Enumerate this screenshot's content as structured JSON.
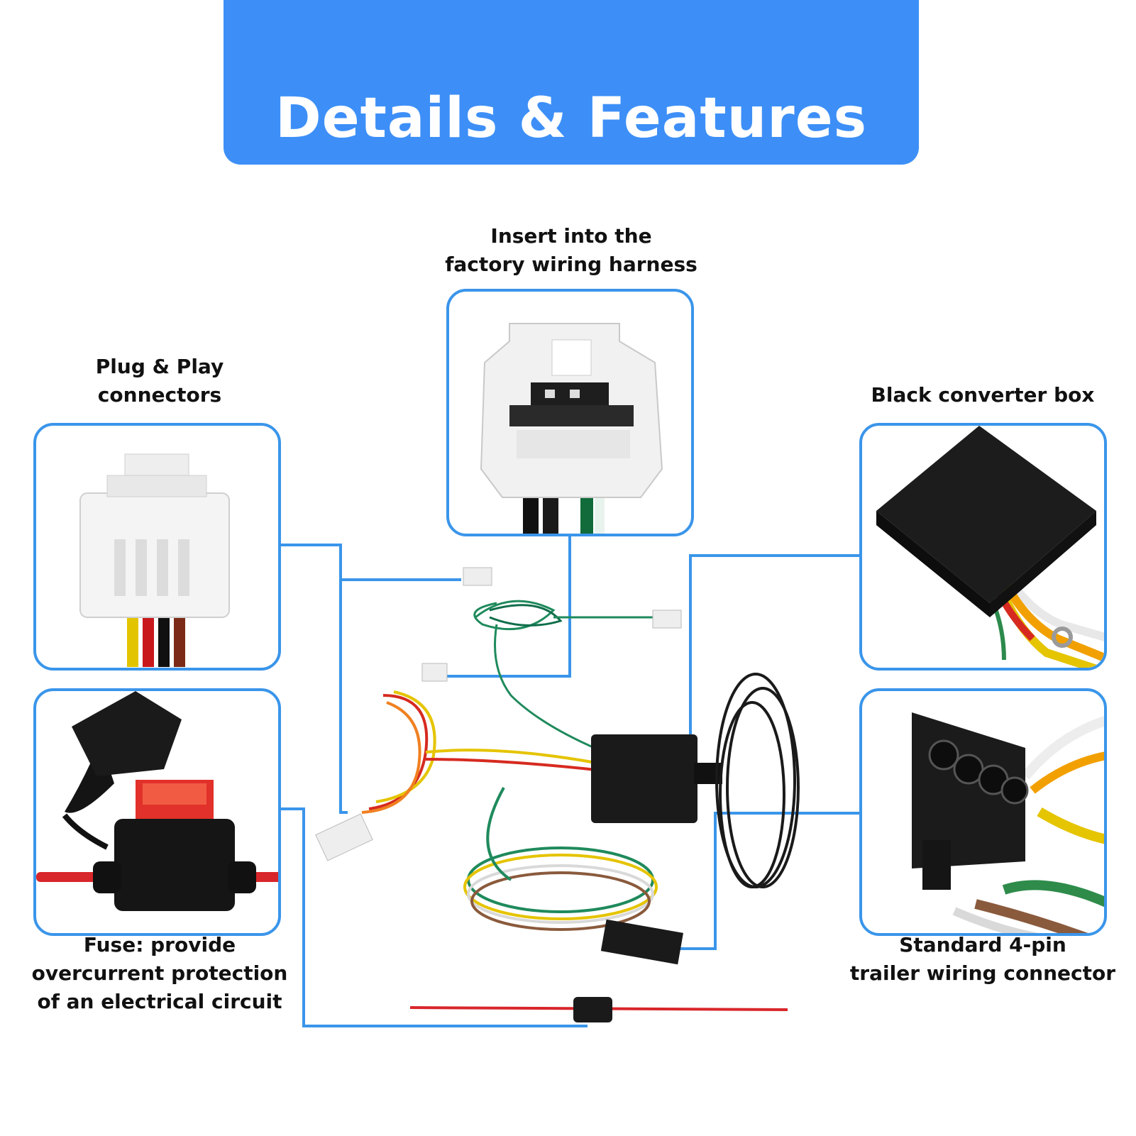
{
  "header": {
    "title": "Details & Features"
  },
  "features": {
    "factory_harness": "Insert into the\nfactory wiring harness",
    "plug_play": "Plug & Play\nconnectors",
    "converter_box": "Black converter box",
    "fuse": "Fuse: provide\novercurrent protection\nof an electrical circuit",
    "four_pin": "Standard 4-pin\ntrailer wiring connector"
  },
  "colors": {
    "banner": "#3d8ff7",
    "panel_border": "#3a95ea",
    "leader_line": "#3a95ea"
  }
}
